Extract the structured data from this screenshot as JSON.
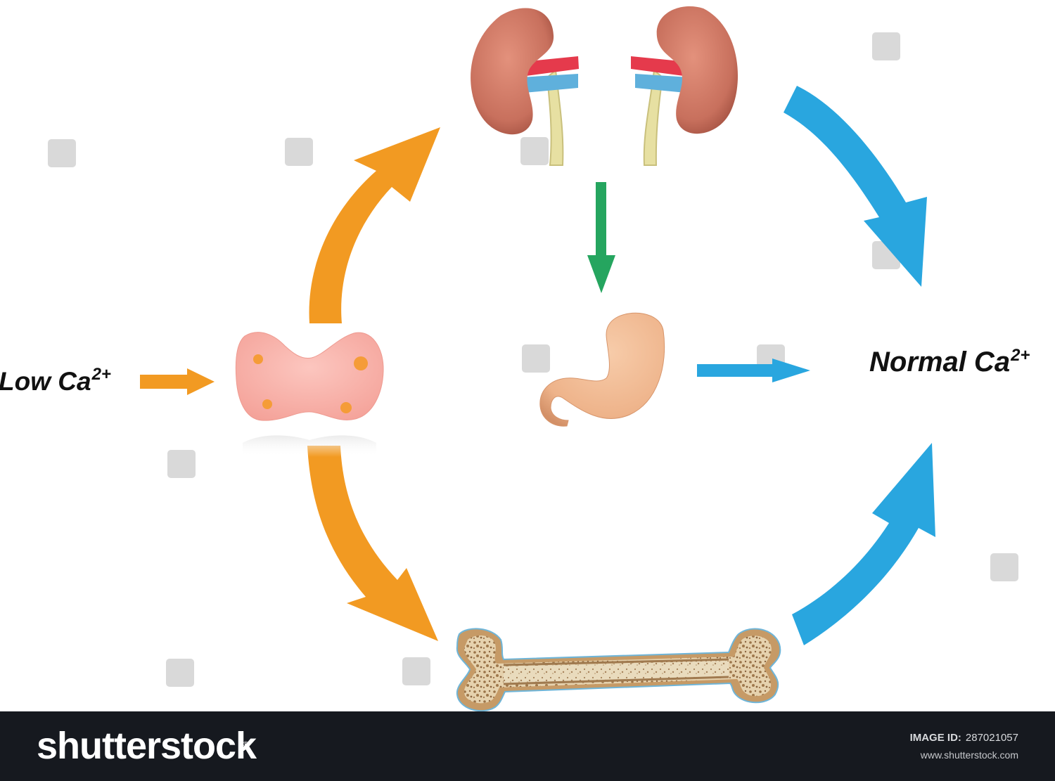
{
  "labels": {
    "low": {
      "text": "Low Ca",
      "sup": "2+"
    },
    "normal": {
      "text": "Normal Ca",
      "sup": "2+"
    }
  },
  "colors": {
    "orange_arrows": "#f29a22",
    "blue_arrows": "#29a6df",
    "green_arrow": "#25a55f",
    "parathyroid": "#f7a9a1",
    "kidney": "#c8705d",
    "stomach": "#f0b88e",
    "bone": "#b88d5c",
    "footer_background": "#16191f"
  },
  "icons": [
    "parathyroid-gland-icon",
    "kidney-icon",
    "stomach-icon",
    "bone-icon"
  ],
  "footer": {
    "brand": "shutterstock",
    "brand_registered": "®",
    "image_id_label": "IMAGE ID:",
    "image_id": "287021057",
    "site": "www.shutterstock.com"
  }
}
